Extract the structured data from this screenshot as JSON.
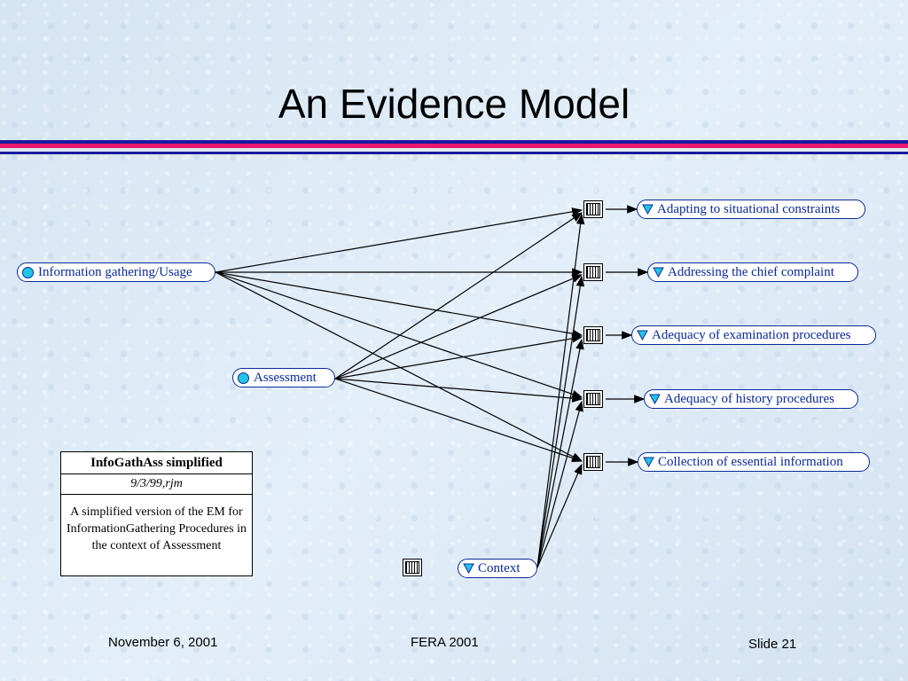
{
  "slide": {
    "title": "An Evidence Model",
    "footer_date": "November 6, 2001",
    "footer_event": "FERA 2001",
    "footer_slide": "Slide 21"
  },
  "proficiency_nodes": {
    "information_gathering": "Information gathering/Usage",
    "assessment": "Assessment"
  },
  "context_node": "Context",
  "observable_nodes": [
    "Adapting to situational constraints",
    "Addressing the chief complaint",
    "Adequacy of examination procedures",
    "Adequacy of history procedures",
    "Collection of essential information"
  ],
  "model_info": {
    "title": "InfoGathAss simplified",
    "meta": "9/3/99,rjm",
    "description": "A simplified version of the EM for InformationGathering Procedures in the context of Assessment"
  },
  "colors": {
    "node_border": "#0a2a9a",
    "node_fill": "#ffffff",
    "node_dot": "#22c4e6",
    "rule_blue": "#1a1a9e",
    "rule_pink": "#e8186e"
  },
  "icons": {
    "proficiency": "circle-node-icon",
    "observable": "triangle-node-icon",
    "table": "probability-table-icon"
  }
}
